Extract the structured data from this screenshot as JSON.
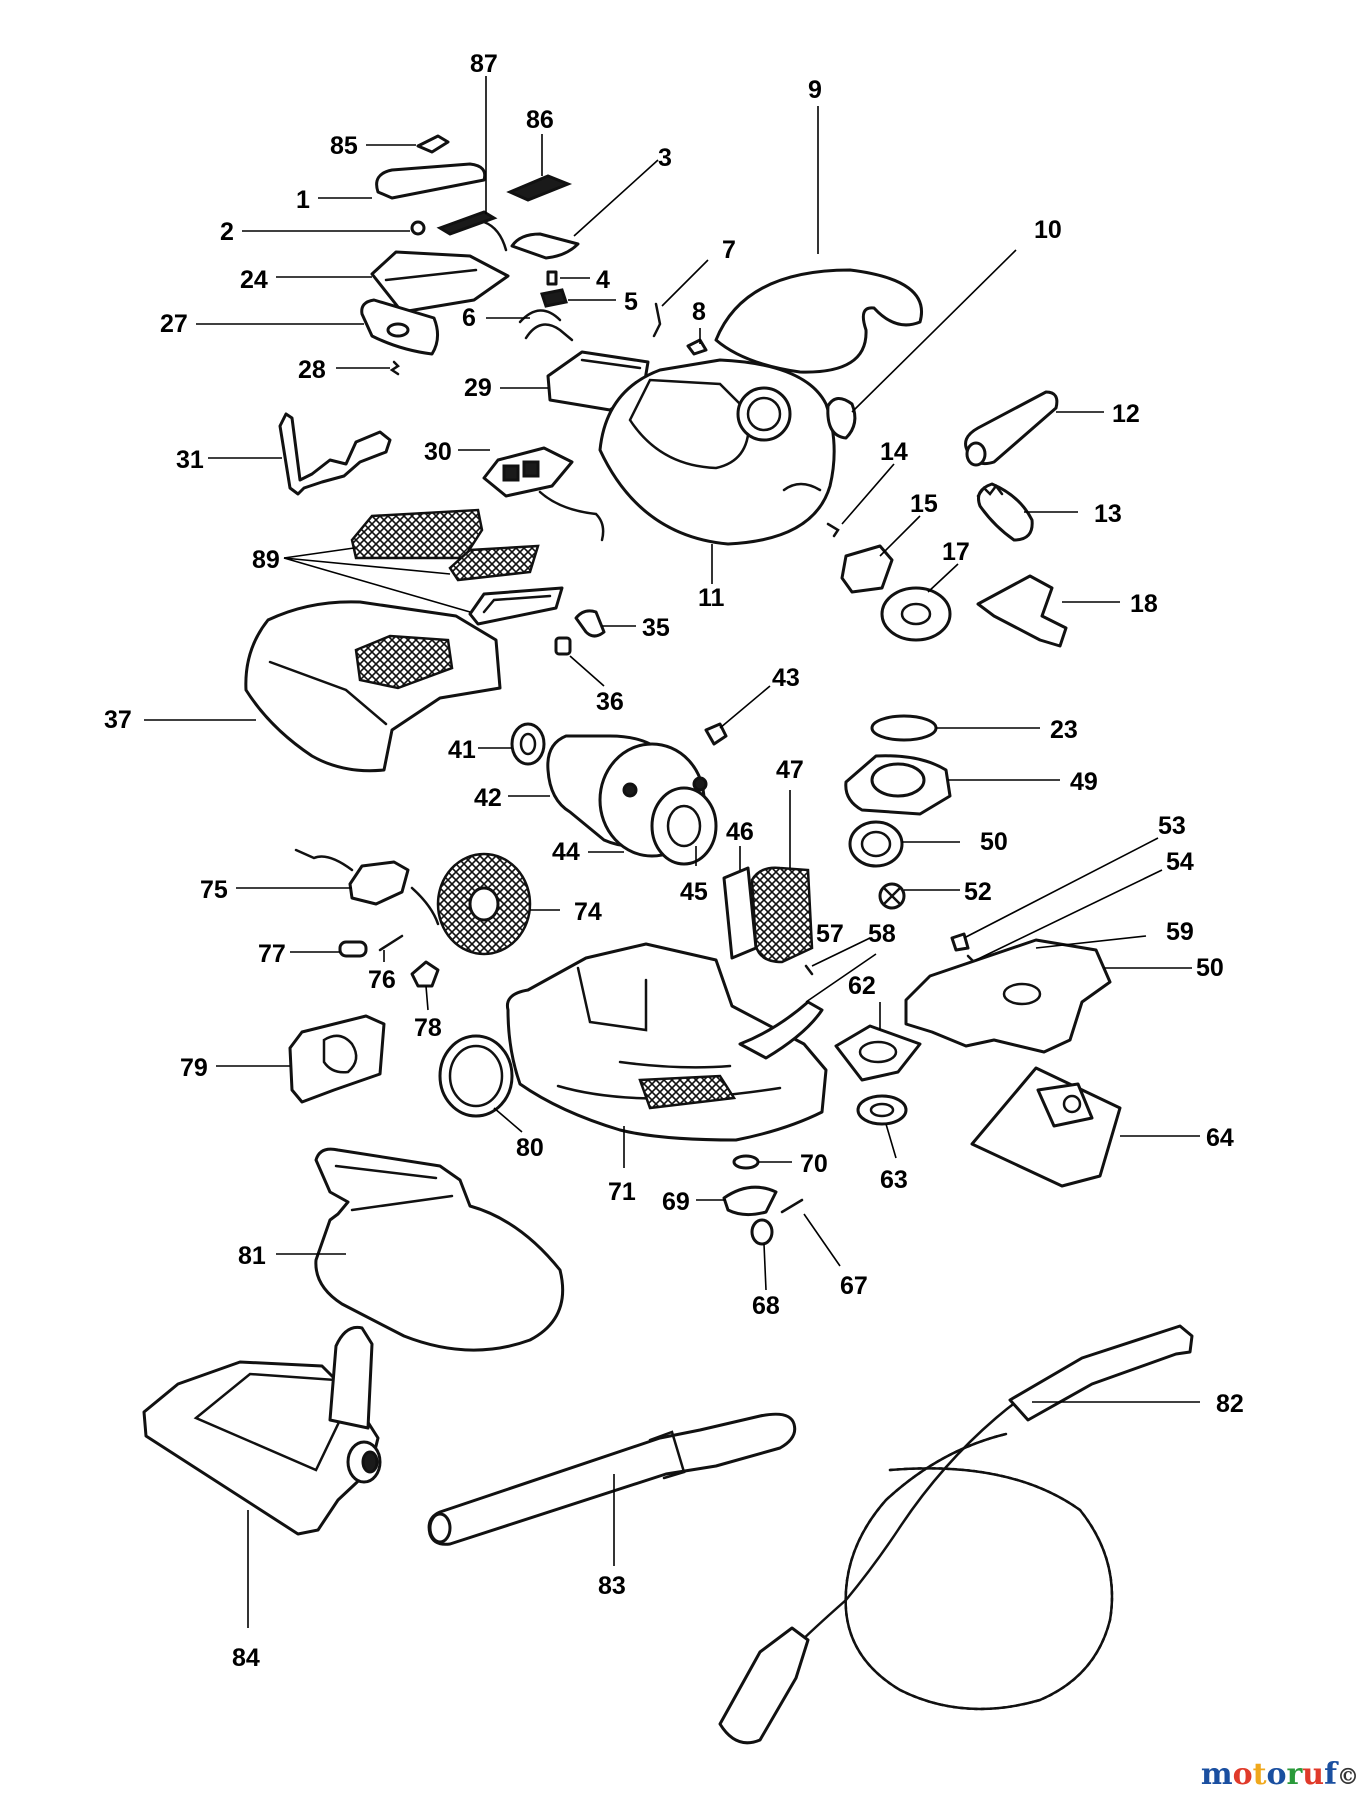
{
  "watermark": {
    "text": "motoruf",
    "letters": [
      "m",
      "o",
      "t",
      "o",
      "r",
      "u",
      "f"
    ],
    "colors": [
      "#1a4fa0",
      "#e03a2a",
      "#f0a81c",
      "#1a4fa0",
      "#2a9a3a",
      "#e03a2a",
      "#1a4fa0"
    ],
    "badge": "©"
  },
  "callouts": [
    "1",
    "2",
    "3",
    "4",
    "5",
    "6",
    "7",
    "8",
    "9",
    "10",
    "11",
    "12",
    "13",
    "14",
    "15",
    "17",
    "18",
    "23",
    "24",
    "27",
    "28",
    "29",
    "30",
    "31",
    "35",
    "36",
    "37",
    "41",
    "42",
    "43",
    "44",
    "45",
    "46",
    "47",
    "49",
    "50",
    "50",
    "52",
    "53",
    "54",
    "57",
    "58",
    "59",
    "62",
    "63",
    "64",
    "67",
    "68",
    "69",
    "70",
    "71",
    "74",
    "75",
    "76",
    "77",
    "78",
    "79",
    "80",
    "81",
    "82",
    "83",
    "84",
    "85",
    "86",
    "87",
    "89"
  ]
}
